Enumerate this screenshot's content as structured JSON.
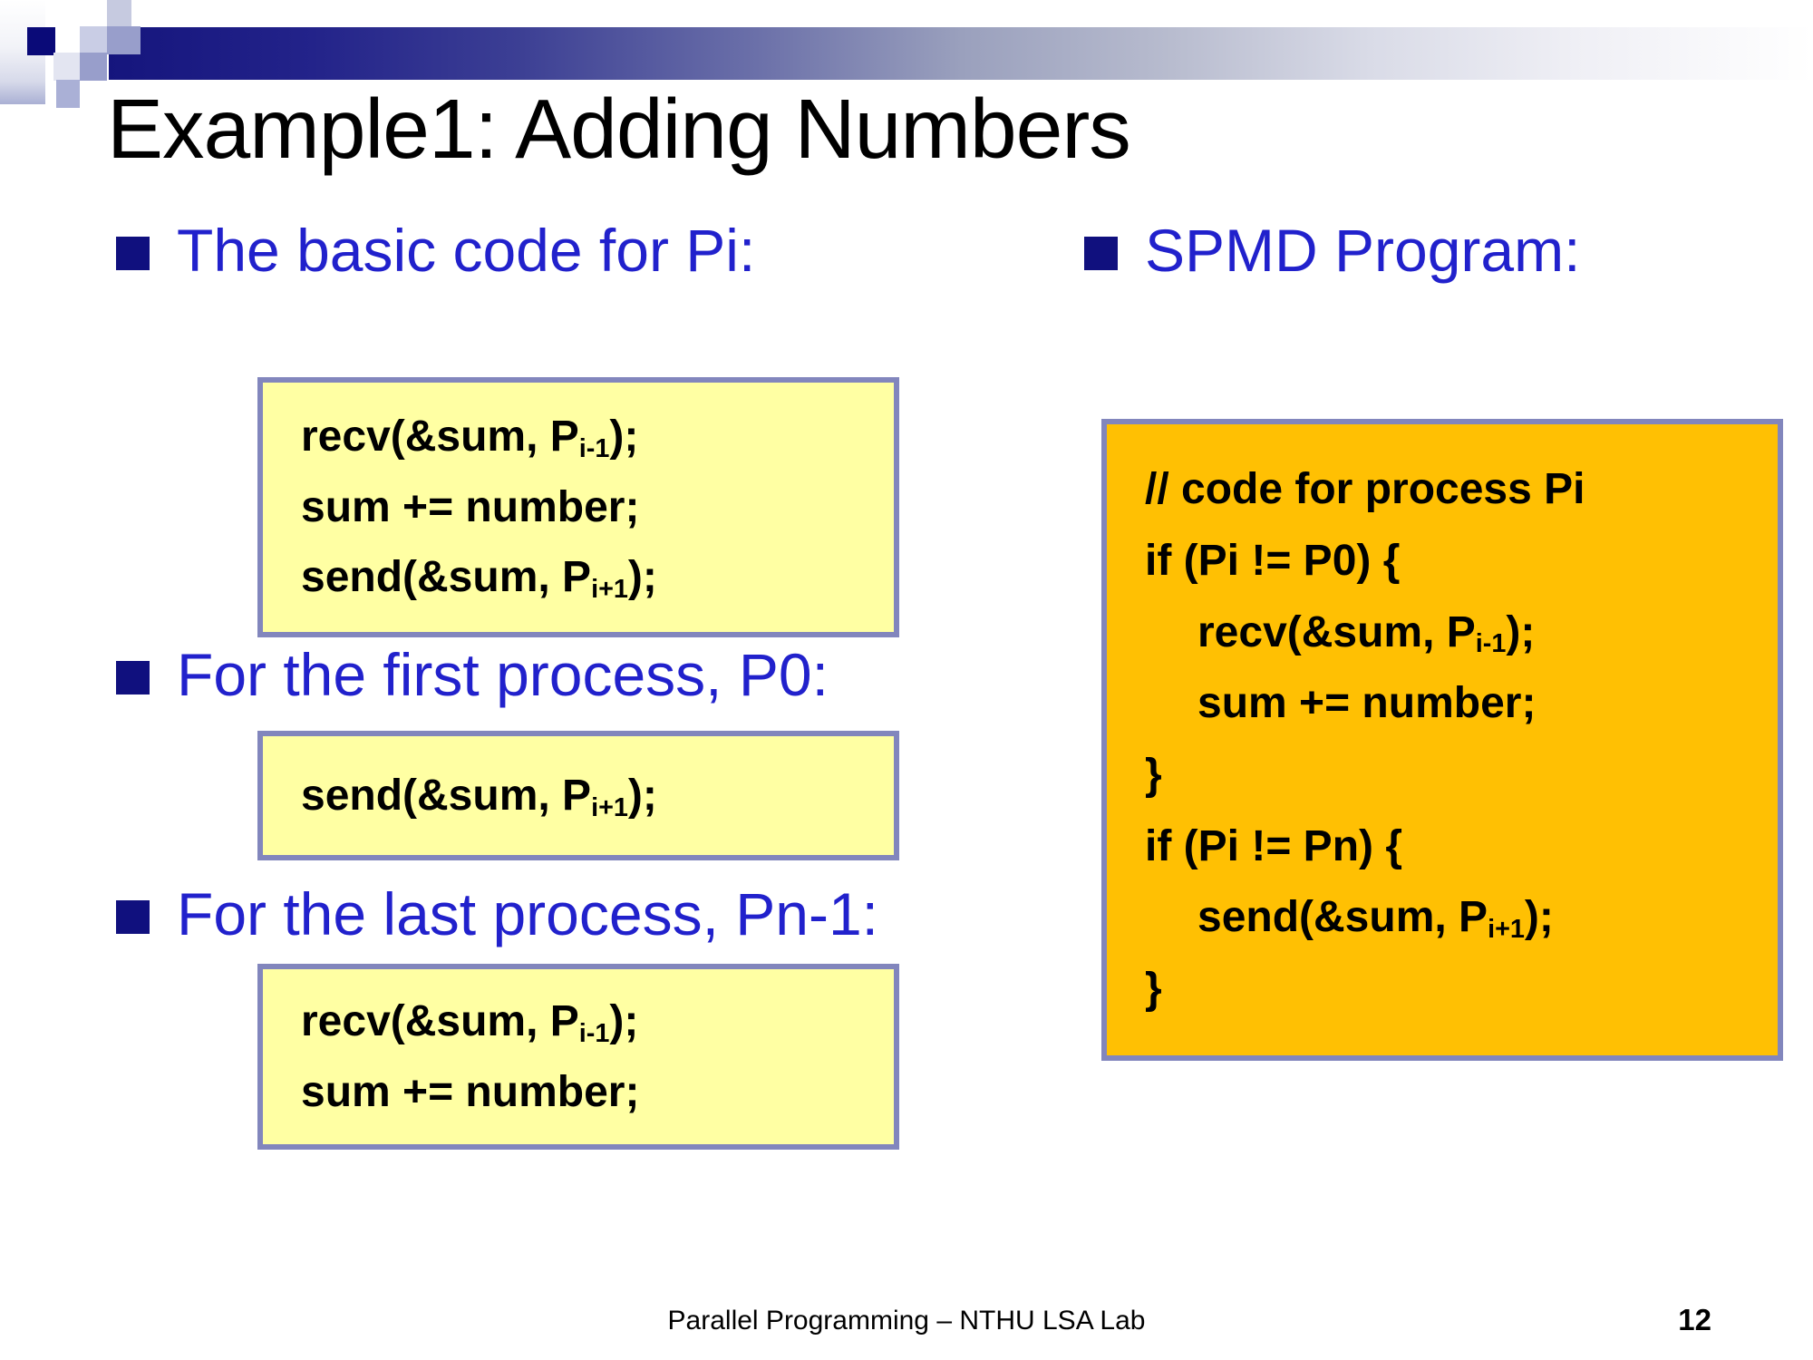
{
  "colors": {
    "heading_blue": "#2121cc",
    "bullet_navy": "#10107e",
    "bar_navy": "#15157d",
    "code_box_yellow": "#ffffa3",
    "spmd_box_orange": "#ffc003",
    "box_border": "#8286bd"
  },
  "slide": {
    "title": "Example1: Adding Numbers",
    "left_column": {
      "sections": [
        {
          "heading": "The basic code for Pi:",
          "box": {
            "lines": [
              {
                "segments": [
                  {
                    "text": "recv(&sum, P"
                  },
                  {
                    "sub": "i-1"
                  },
                  {
                    "text": ");"
                  }
                ]
              },
              {
                "segments": [
                  {
                    "text": "sum += number;"
                  }
                ]
              },
              {
                "segments": [
                  {
                    "text": "send(&sum, P"
                  },
                  {
                    "sub": "i+1"
                  },
                  {
                    "text": ");"
                  }
                ]
              }
            ]
          }
        },
        {
          "heading": "For the first process, P0:",
          "box": {
            "lines": [
              {
                "segments": [
                  {
                    "text": "send(&sum, P"
                  },
                  {
                    "sub": "i+1"
                  },
                  {
                    "text": ");"
                  }
                ]
              }
            ]
          }
        },
        {
          "heading": "For the last process, Pn-1:",
          "box": {
            "lines": [
              {
                "segments": [
                  {
                    "text": "recv(&sum, P"
                  },
                  {
                    "sub": "i-1"
                  },
                  {
                    "text": ");"
                  }
                ]
              },
              {
                "segments": [
                  {
                    "text": "sum += number;"
                  }
                ]
              }
            ]
          }
        }
      ]
    },
    "right_column": {
      "heading": "SPMD Program:",
      "box": {
        "lines": [
          {
            "segments": [
              {
                "text": "// code for process Pi"
              }
            ]
          },
          {
            "segments": [
              {
                "text": "if (Pi != P0) {"
              }
            ]
          },
          {
            "indent": true,
            "segments": [
              {
                "text": "recv(&sum, P"
              },
              {
                "sub": "i-1"
              },
              {
                "text": ");"
              }
            ]
          },
          {
            "indent": true,
            "segments": [
              {
                "text": "sum += number;"
              }
            ]
          },
          {
            "segments": [
              {
                "text": "}"
              }
            ]
          },
          {
            "segments": [
              {
                "text": "if (Pi != Pn) {"
              }
            ]
          },
          {
            "indent": true,
            "segments": [
              {
                "text": "send(&sum, P"
              },
              {
                "sub": "i+1"
              },
              {
                "text": ");"
              }
            ]
          },
          {
            "segments": [
              {
                "text": "}"
              }
            ]
          }
        ]
      }
    },
    "footer": {
      "text": "Parallel Programming – NTHU LSA Lab",
      "page_number": "12"
    }
  }
}
